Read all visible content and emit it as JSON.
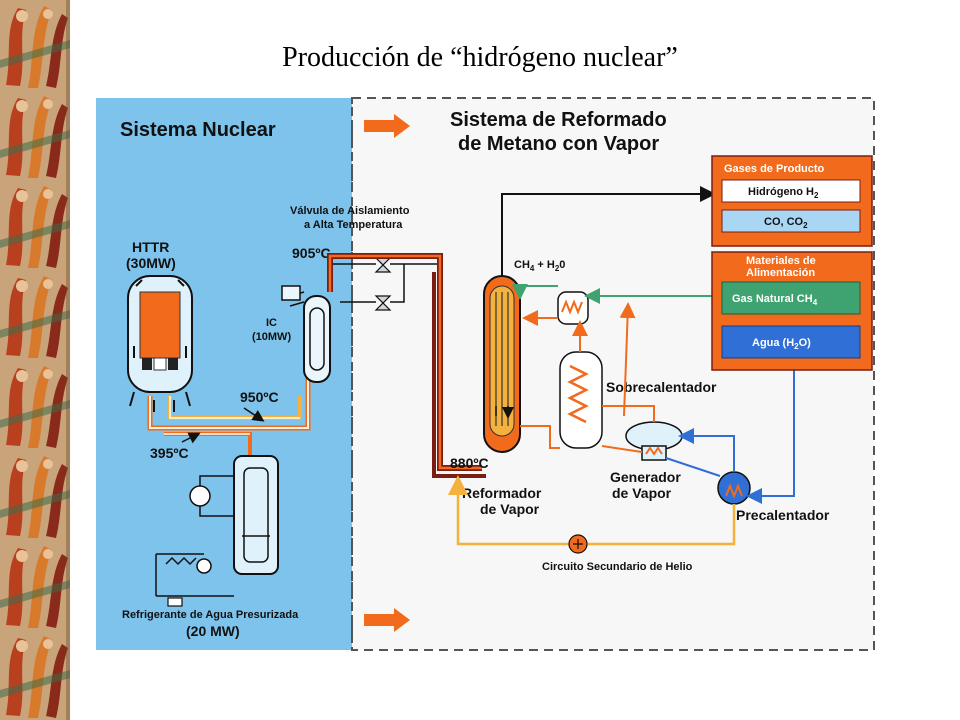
{
  "slide": {
    "title": "Producción de “hidrógeno nuclear”"
  },
  "diagram": {
    "nuclear_system_title": "Sistema Nuclear",
    "reforming_title_line1": "Sistema de Reformado",
    "reforming_title_line2": "de Metano con Vapor",
    "httr_line1": "HTTR",
    "httr_line2": "(30MW)",
    "valve_line1": "Válvula de Aislamiento",
    "valve_line2": "a Alta Temperatura",
    "temp_905": "905ºC",
    "temp_950": "950ºC",
    "temp_395": "395ºC",
    "temp_880": "880ºC",
    "ic_line1": "IC",
    "ic_line2": "(10MW)",
    "coolant_line1": "Refrigerante de Agua Presurizada",
    "coolant_line2": "(20 MW)",
    "product_gases_title": "Gases de Producto",
    "hydrogen": "Hidrógeno H",
    "hydrogen_sub": "2",
    "co_co2": "CO, CO",
    "co_co2_sub": "2",
    "feed_title_line1": "Materiales de",
    "feed_title_line2": "Alimentación",
    "natural_gas": "Gas Natural CH",
    "natural_gas_sub": "4",
    "water": "Agua (H",
    "water_sub": "2",
    "water_end": "O)",
    "ch4_h2o_a": "CH",
    "ch4_h2o_sub1": "4",
    "ch4_h2o_b": " + H",
    "ch4_h2o_sub2": "2",
    "ch4_h2o_c": "0",
    "superheater": "Sobrecalentador",
    "steam_gen_line1": "Generador",
    "steam_gen_line2": "de Vapor",
    "reformer_line1": "Reformador",
    "reformer_line2": "de Vapor",
    "preheater": "Precalentador",
    "helium_circuit": "Circuito Secundario de Helio"
  },
  "colors": {
    "nuclear_panel": "#7ec3ec",
    "orange": "#f26a1b",
    "dark_red": "#7a1d12",
    "green": "#3fa371",
    "blue": "#2f6fd6",
    "yellow_orange": "#f5b13d"
  }
}
